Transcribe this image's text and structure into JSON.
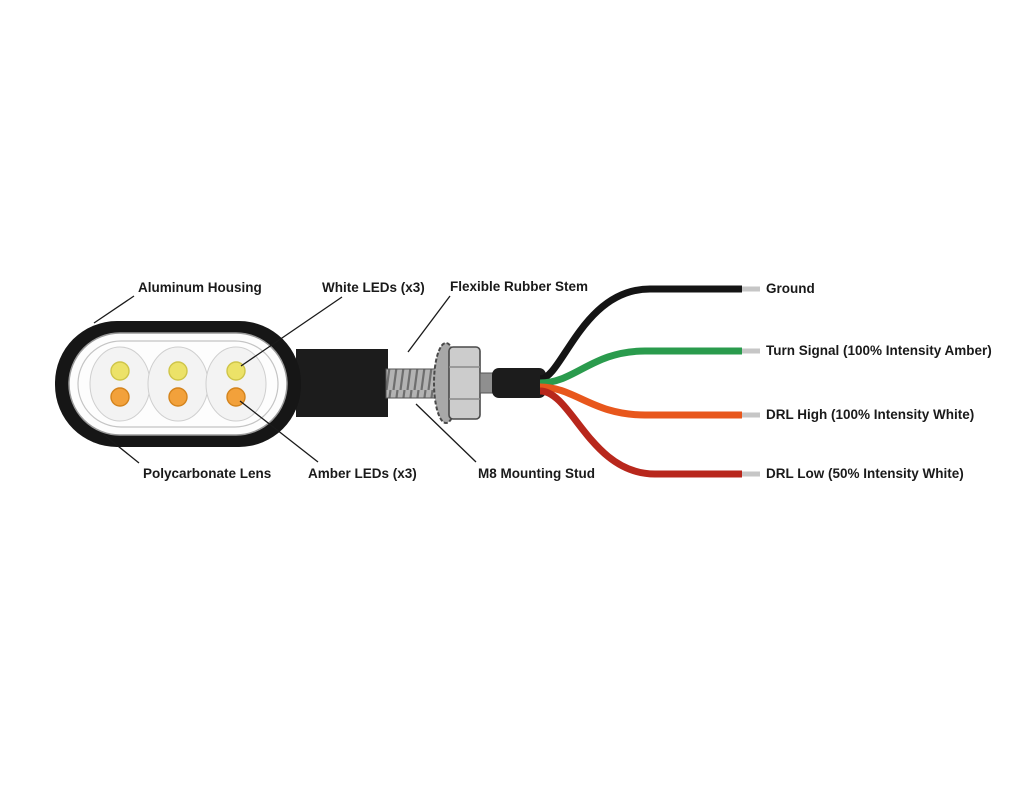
{
  "diagram": {
    "type": "labeled-parts-diagram",
    "subject": "LED turn signal / DRL lamp with wiring legend",
    "part_labels": {
      "aluminum_housing": "Aluminum Housing",
      "white_leds": "White LEDs (x3)",
      "flexible_rubber_stem": "Flexible Rubber Stem",
      "polycarbonate_lens": "Polycarbonate Lens",
      "amber_leds": "Amber LEDs (x3)",
      "m8_mounting_stud": "M8 Mounting Stud"
    },
    "wires": [
      {
        "label": "Ground",
        "color": "#141414"
      },
      {
        "label": "Turn Signal (100% Intensity Amber)",
        "color": "#2a9b4d"
      },
      {
        "label": "DRL High (100% Intensity White)",
        "color": "#e8571c"
      },
      {
        "label": "DRL Low (50% Intensity White)",
        "color": "#b8271c"
      }
    ],
    "colors": {
      "housing_body": "#161616",
      "lens_face": "#fdfdfd",
      "reflector_well": "#f3f3f3",
      "led_white": "#ece268",
      "led_white_edge": "#cfc549",
      "led_amber": "#f2a13b",
      "led_amber_edge": "#d4841d",
      "stud_metal": "#b3b3b3",
      "nut_metal": "#c9c9c9",
      "wire_tip": "#c6c6c6",
      "label_text": "#1a1a1a"
    }
  }
}
